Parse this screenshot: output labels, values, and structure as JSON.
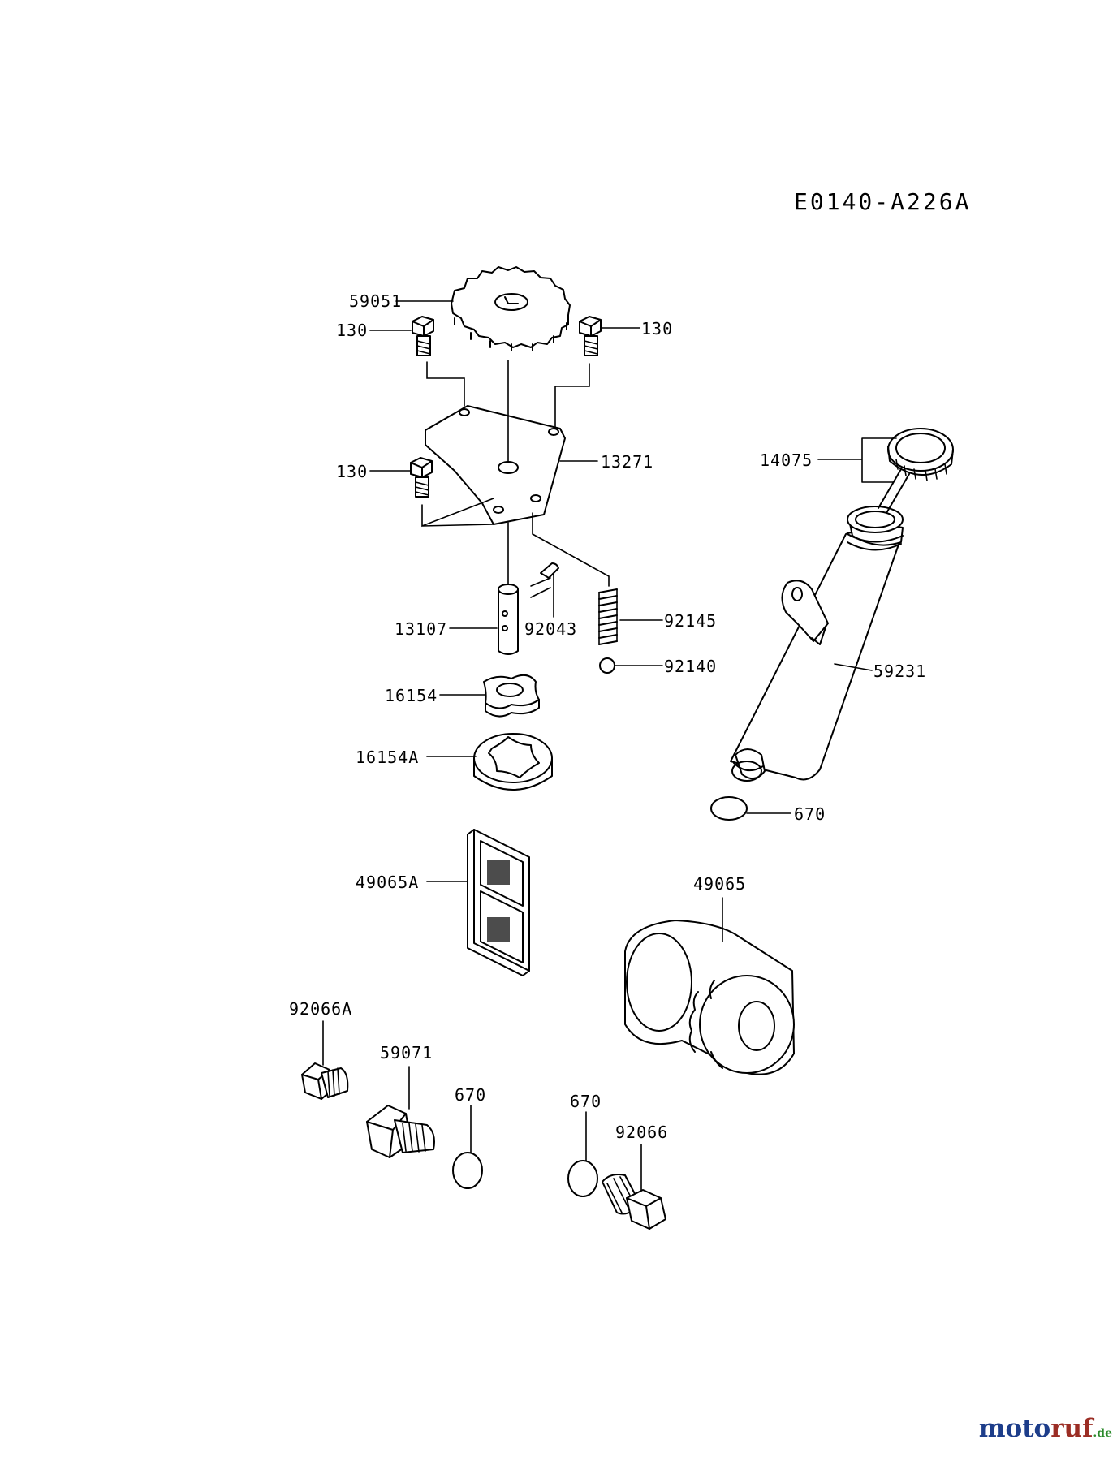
{
  "diagram": {
    "code": "E0140-A226A",
    "labels": {
      "p59051": "59051",
      "p130a": "130",
      "p130b": "130",
      "p130c": "130",
      "p13271": "13271",
      "p14075": "14075",
      "p13107": "13107",
      "p92043": "92043",
      "p92145": "92145",
      "p92140": "92140",
      "p59231": "59231",
      "p16154": "16154",
      "p16154A": "16154A",
      "p670a": "670",
      "p49065A": "49065A",
      "p49065": "49065",
      "p92066A": "92066A",
      "p59071": "59071",
      "p670b": "670",
      "p670c": "670",
      "p92066": "92066"
    }
  },
  "watermark": {
    "part1": "moto",
    "part2": "ruf",
    "part3": ".de"
  }
}
